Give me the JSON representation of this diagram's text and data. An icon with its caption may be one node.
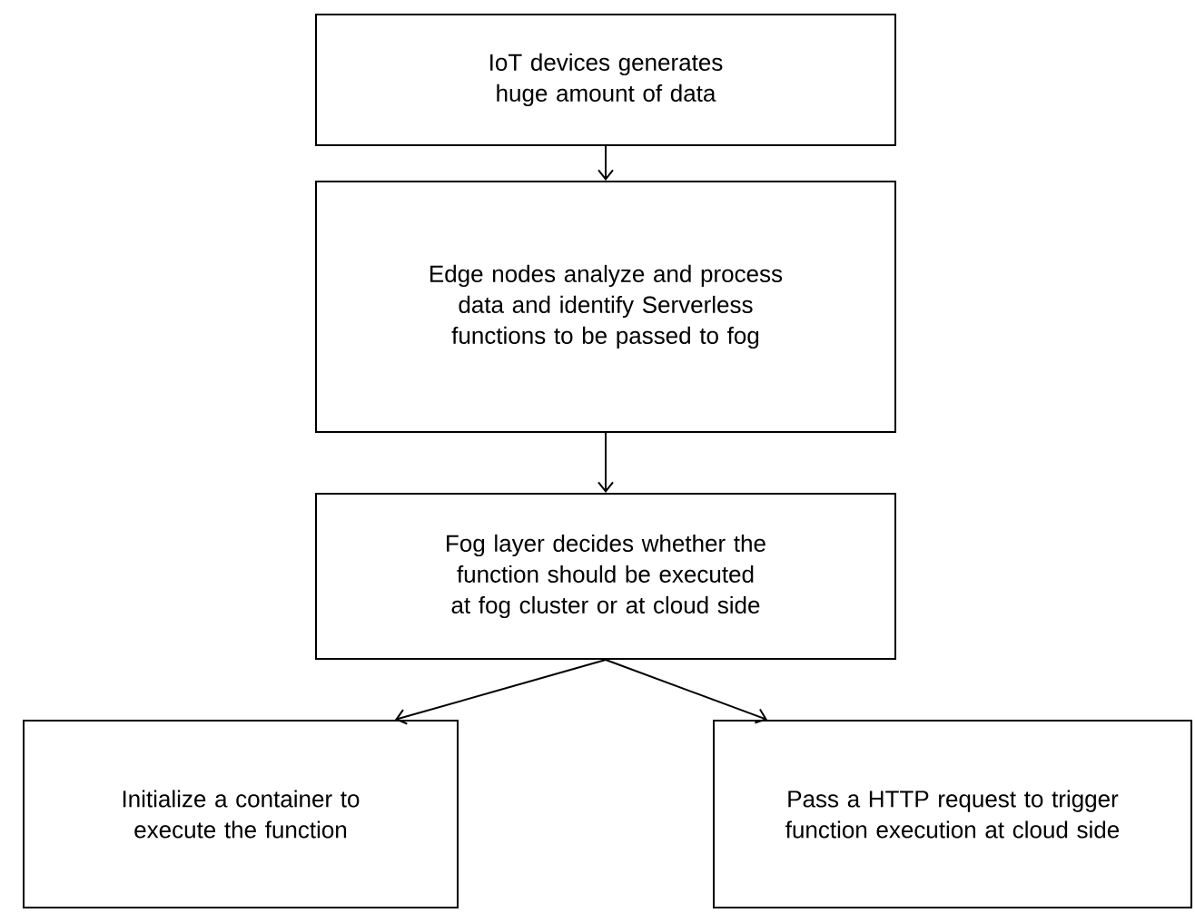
{
  "diagram": {
    "nodes": [
      {
        "text": [
          "IoT devices generates huge amount of data"
        ]
      },
      {
        "text": [
          "Edge nodes analyze and process data and identify Serverless functions to be passed to fog"
        ]
      },
      {
        "text": [
          "Fog layer decides whether the function should be executed at fog cluster or at cloud side"
        ]
      },
      {
        "text": [
          "Initialize a container to execute the function"
        ]
      },
      {
        "text": [
          "Pass a HTTP request to trigger function execution at cloud side"
        ]
      }
    ],
    "edges": [
      {
        "from": 0,
        "to": 1,
        "arrow": "to"
      },
      {
        "from": 1,
        "to": 2,
        "arrow": "to"
      },
      {
        "from": 2,
        "to": 3,
        "arrow": "to"
      },
      {
        "from": 2,
        "to": 4,
        "arrow": "to"
      }
    ]
  }
}
